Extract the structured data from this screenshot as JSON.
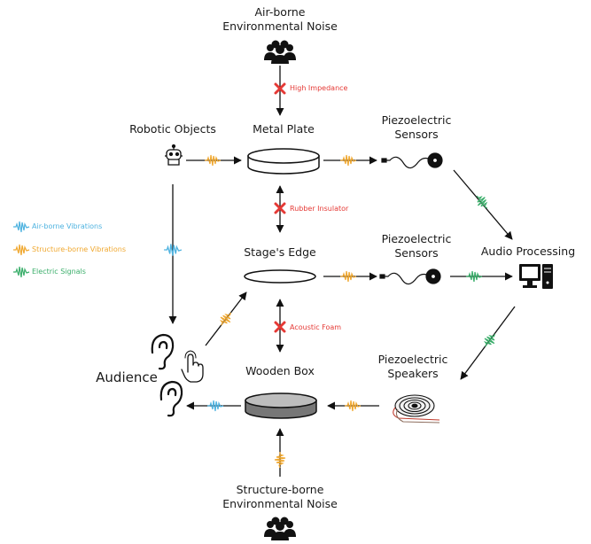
{
  "nodes": {
    "airborne_noise": "Air-borne\nEnvironmental Noise",
    "robotic_objects": "Robotic Objects",
    "metal_plate": "Metal Plate",
    "piezo_sensors_1": "Piezoelectric\nSensors",
    "piezo_sensors_2": "Piezoelectric\nSensors",
    "audio_processing": "Audio Processing",
    "stage_edge": "Stage's Edge",
    "piezo_speakers": "Piezoelectric\nSpeakers",
    "audience": "Audience",
    "wooden_box": "Wooden Box",
    "structure_noise": "Structure-borne\nEnvironmental Noise"
  },
  "insulators": {
    "high_impedance": "High Impedance",
    "rubber_insulator": "Rubber Insulator",
    "acoustic_foam": "Acoustic Foam"
  },
  "legend": {
    "items": [
      {
        "label": "Air-borne Vibrations",
        "color": "#4fb3e0"
      },
      {
        "label": "Structure-borne Vibrations",
        "color": "#f0a830"
      },
      {
        "label": "Electric Signals",
        "color": "#3aae6a"
      }
    ]
  },
  "colors": {
    "airborne": "#4fb3e0",
    "structure": "#f0a830",
    "electric": "#3aae6a",
    "block": "#e53935"
  }
}
